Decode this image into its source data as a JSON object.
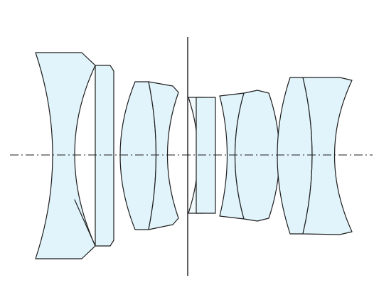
{
  "diagram": {
    "type": "optical-lens-cross-section",
    "lens_element_count": 11,
    "lens_group_count": 4,
    "has_aperture_stop": true,
    "has_optical_axis": true,
    "colors": {
      "glass_fill": "#e1f4fb",
      "glass_fill_light": "#f0fafd",
      "outline": "#1e1e1e",
      "axis": "#1e1e1e",
      "background": "#ffffff"
    }
  }
}
